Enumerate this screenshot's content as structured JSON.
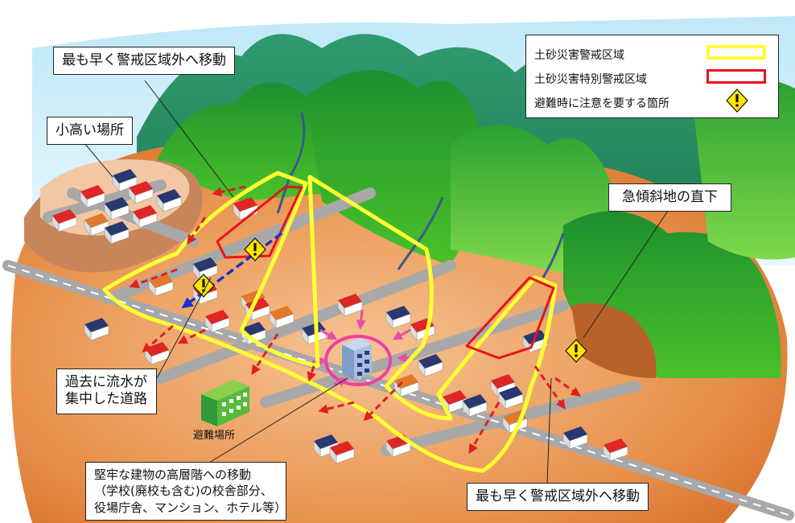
{
  "callouts": {
    "top_left": "最も早く警戒区域外へ移動",
    "high_place": "小高い場所",
    "steep_slope": "急傾斜地の直下",
    "past_water_line1": "過去に流水が",
    "past_water_line2": "集中した道路",
    "sturdy_line1": "堅牢な建物の高層階への移動",
    "sturdy_line2": "（学校(廃校も含む)の校舎部分、",
    "sturdy_line3": "役場庁舎、マンション、ホテル等）",
    "bottom_right": "最も早く警戒区域外へ移動"
  },
  "shelter_label": "避難場所",
  "legend": {
    "warning_zone": "土砂災害警戒区域",
    "special_zone": "土砂災害特別警戒区域",
    "caution_point": "避難時に注意を要する箇所",
    "warning_color": "#ffff33",
    "special_color": "#e8141b",
    "caution_icon": "warning-diamond-icon"
  }
}
